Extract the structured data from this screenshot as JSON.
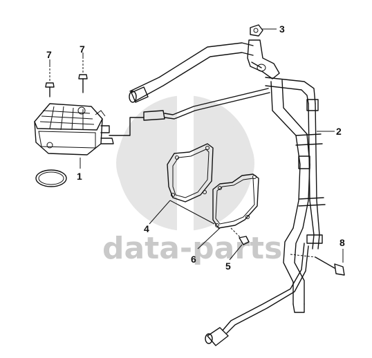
{
  "watermark": {
    "text": "data-parts",
    "color": "#c9c9c9"
  },
  "callouts": [
    {
      "id": "label-1",
      "text": "1"
    },
    {
      "id": "label-2",
      "text": "2"
    },
    {
      "id": "label-3",
      "text": "3"
    },
    {
      "id": "label-4",
      "text": "4"
    },
    {
      "id": "label-5",
      "text": "5"
    },
    {
      "id": "label-6",
      "text": "6"
    },
    {
      "id": "label-7a",
      "text": "7"
    },
    {
      "id": "label-7b",
      "text": "7"
    },
    {
      "id": "label-8",
      "text": "8"
    }
  ]
}
